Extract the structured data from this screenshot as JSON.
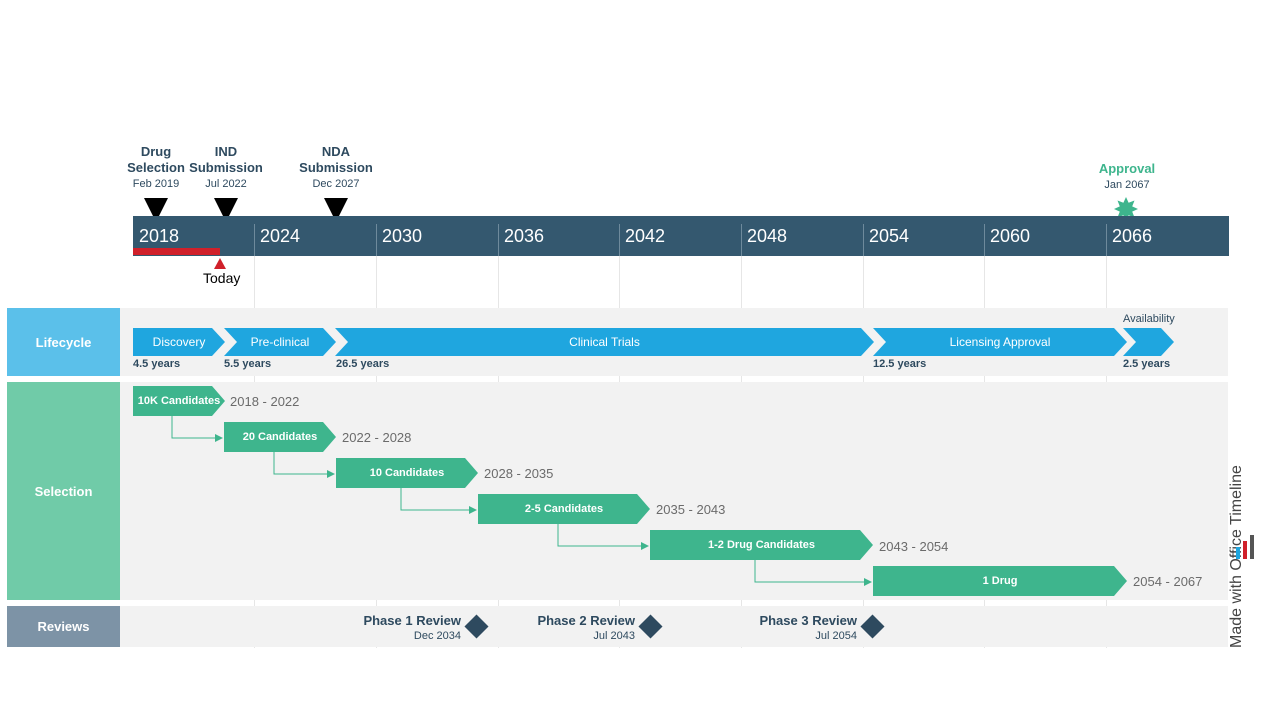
{
  "milestones": [
    {
      "title_1": "Drug",
      "title_2": "Selection",
      "date": "Feb 2019"
    },
    {
      "title_1": "IND",
      "title_2": "Submission",
      "date": "Jul 2022"
    },
    {
      "title_1": "NDA",
      "title_2": "Submission",
      "date": "Dec 2027"
    },
    {
      "title_1": "Approval",
      "title_2": "",
      "date": "Jan 2067"
    }
  ],
  "years": [
    "2018",
    "2024",
    "2030",
    "2036",
    "2042",
    "2048",
    "2054",
    "2060",
    "2066"
  ],
  "today_label": "Today",
  "lanes": {
    "lifecycle": "Lifecycle",
    "selection": "Selection",
    "reviews": "Reviews"
  },
  "lifecycle": [
    {
      "label": "Discovery",
      "duration": "4.5 years"
    },
    {
      "label": "Pre-clinical",
      "duration": "5.5 years"
    },
    {
      "label": "Clinical Trials",
      "duration": "26.5 years"
    },
    {
      "label": "Licensing Approval",
      "duration": "12.5 years"
    },
    {
      "label": "Availability",
      "duration": "2.5 years"
    }
  ],
  "selection": [
    {
      "label": "10K Candidates",
      "range": "2018 - 2022"
    },
    {
      "label": "20 Candidates",
      "range": "2022 - 2028"
    },
    {
      "label": "10 Candidates",
      "range": "2028 - 2035"
    },
    {
      "label": "2-5 Candidates",
      "range": "2035 - 2043"
    },
    {
      "label": "1-2 Drug Candidates",
      "range": "2043 - 2054"
    },
    {
      "label": "1 Drug",
      "range": "2054 - 2067"
    }
  ],
  "reviews": [
    {
      "title": "Phase 1 Review",
      "date": "Dec 2034"
    },
    {
      "title": "Phase 2 Review",
      "date": "Jul 2043"
    },
    {
      "title": "Phase 3 Review",
      "date": "Jul 2054"
    }
  ],
  "brand": "Made with  Office Timeline",
  "colors": {
    "timebar": "#34586f",
    "today_bar": "#d0202a",
    "lifecycle_blue": "#1fa6df",
    "selection_green": "#3eb58d",
    "approval_green": "#3eb58d",
    "lane_lifecycle": "#5bc0ea",
    "lane_selection": "#70cba8",
    "lane_reviews": "#7d93a6",
    "review_diamond": "#2e4a5f"
  }
}
